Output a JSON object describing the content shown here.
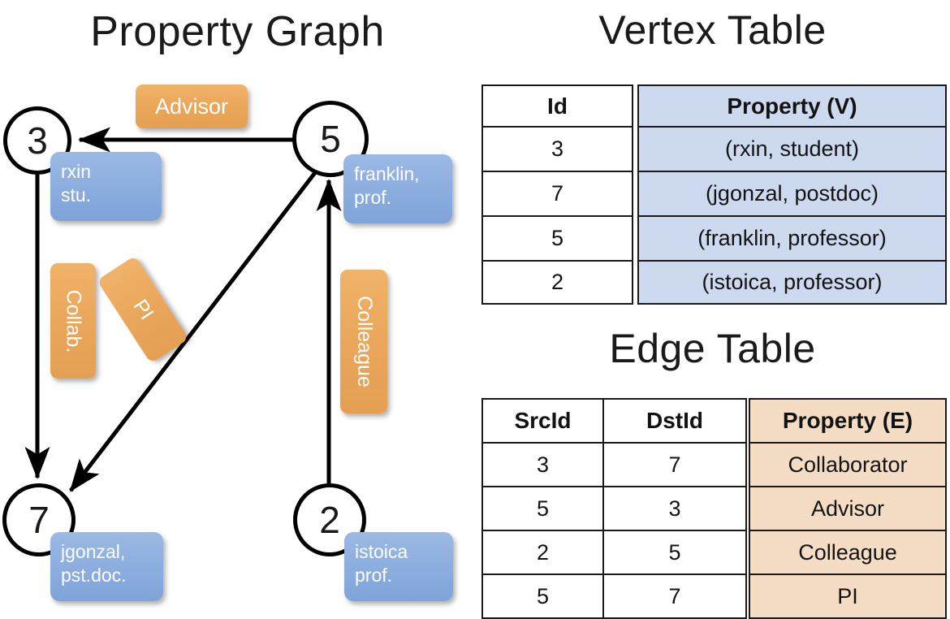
{
  "titles": {
    "property_graph": "Property Graph",
    "vertex_table": "Vertex Table",
    "edge_table": "Edge Table"
  },
  "graph": {
    "nodes": [
      {
        "id": "3",
        "property_lines": [
          "rxin",
          "stu."
        ]
      },
      {
        "id": "5",
        "property_lines": [
          "franklin,",
          "prof."
        ]
      },
      {
        "id": "7",
        "property_lines": [
          "jgonzal,",
          "pst.doc."
        ]
      },
      {
        "id": "2",
        "property_lines": [
          "istoica",
          "prof."
        ]
      }
    ],
    "node_props": {
      "n3_l1": "rxin",
      "n3_l2": "stu.",
      "n5_l1": "franklin,",
      "n5_l2": "prof.",
      "n7_l1": "jgonzal,",
      "n7_l2": "pst.doc.",
      "n2_l1": "istoica",
      "n2_l2": "prof."
    },
    "edge_labels": {
      "advisor": "Advisor",
      "collab": "Collab.",
      "pi": "PI",
      "colleague": "Colleague"
    },
    "edges": [
      {
        "from": "5",
        "to": "3",
        "label": "Advisor"
      },
      {
        "from": "3",
        "to": "7",
        "label": "Collab."
      },
      {
        "from": "5",
        "to": "7",
        "label": "PI"
      },
      {
        "from": "2",
        "to": "5",
        "label": "Colleague"
      }
    ]
  },
  "vertex_table": {
    "headers": {
      "id": "Id",
      "property": "Property (V)"
    },
    "rows": [
      {
        "id": "3",
        "property": "(rxin, student)"
      },
      {
        "id": "7",
        "property": "(jgonzal, postdoc)"
      },
      {
        "id": "5",
        "property": "(franklin, professor)"
      },
      {
        "id": "2",
        "property": "(istoica, professor)"
      }
    ]
  },
  "edge_table": {
    "headers": {
      "src": "SrcId",
      "dst": "DstId",
      "property": "Property (E)"
    },
    "rows": [
      {
        "src": "3",
        "dst": "7",
        "property": "Collaborator"
      },
      {
        "src": "5",
        "dst": "3",
        "property": "Advisor"
      },
      {
        "src": "2",
        "dst": "5",
        "property": "Colleague"
      },
      {
        "src": "5",
        "dst": "7",
        "property": "PI"
      }
    ]
  },
  "colors": {
    "node_property_blue": "#8fb0e0",
    "edge_label_orange": "#eaa85c",
    "vertex_property_cell": "#ccd9ef",
    "edge_property_cell": "#f4ddc4",
    "stroke": "#000000"
  }
}
